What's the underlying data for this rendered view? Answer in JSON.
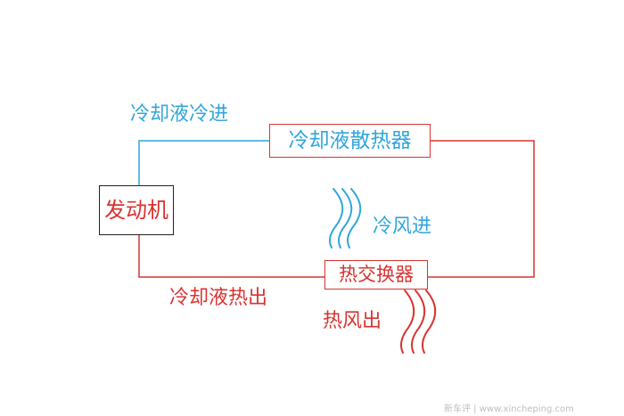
{
  "nodes": {
    "engine": "发动机",
    "radiator": "冷却液散热器",
    "heat_exchanger": "热交换器"
  },
  "labels": {
    "coolant_in": "冷却液冷进",
    "coolant_out": "冷却液热出",
    "cold_air_in": "冷风进",
    "hot_air_out": "热风出"
  },
  "watermark": "新车评 | www.xincheping.com",
  "colors": {
    "cold": "#2fa6dc",
    "hot": "#d9332f",
    "engine_text": "#d9332f",
    "engine_border": "#222222",
    "watermark": "#bdbdbd"
  },
  "icons": {
    "cold_air": "wavy-air-lines-icon",
    "hot_air": "wavy-air-lines-icon"
  }
}
